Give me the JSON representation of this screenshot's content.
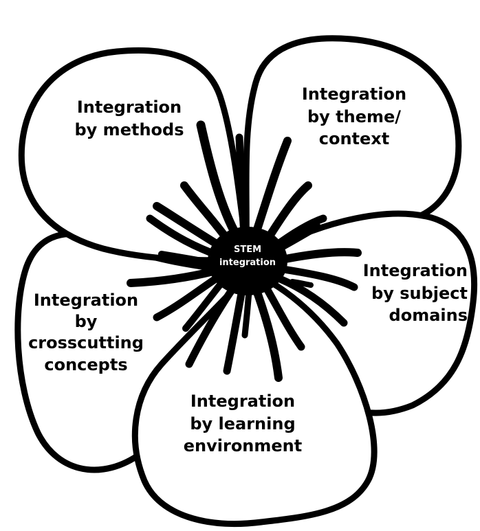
{
  "colors": {
    "background": "#ffffff",
    "outline": "#000000",
    "center_fill": "#000000",
    "center_text": "#ffffff"
  },
  "center": {
    "line1": "STEM",
    "line2": "integration"
  },
  "petals": [
    {
      "id": "methods",
      "lines": [
        "Integration",
        "by methods"
      ]
    },
    {
      "id": "theme",
      "lines": [
        "Integration",
        "by theme/",
        "context"
      ]
    },
    {
      "id": "subject",
      "lines": [
        "Integration",
        "by subject",
        "domains"
      ]
    },
    {
      "id": "environment",
      "lines": [
        "Integration",
        "by learning",
        "environment"
      ]
    },
    {
      "id": "crosscutting",
      "lines": [
        "Integration",
        "by",
        "crosscutting",
        "concepts"
      ]
    }
  ]
}
